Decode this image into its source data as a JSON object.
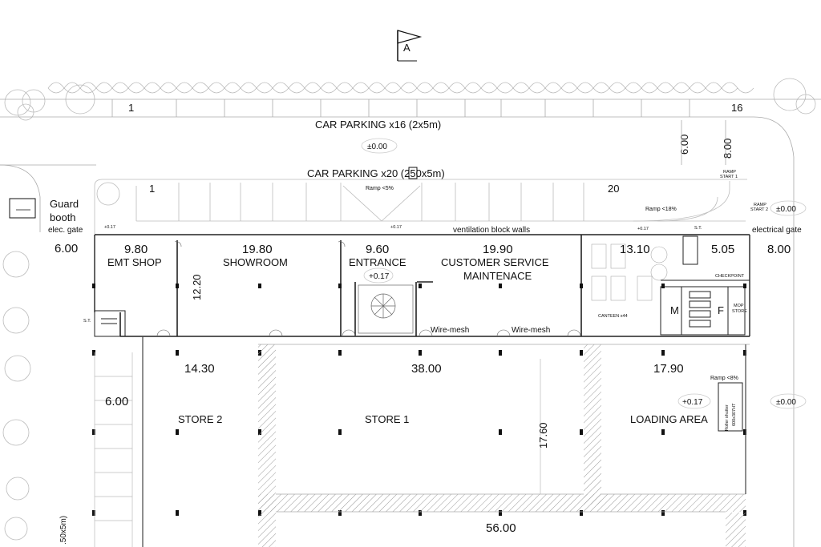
{
  "north": {
    "letter": "A"
  },
  "parking": {
    "upper_label": "CAR PARKING x16 (2x5m)",
    "upper_first": "1",
    "upper_last": "16",
    "lower_label": "CAR PARKING x20 (2.50x5m)",
    "lower_prefix": "CAR PARKING x20 (",
    "lower_boxed": "2",
    "lower_suffix": "50x5m)",
    "lower_first": "1",
    "lower_last": "20",
    "side_label": ".50x5m)"
  },
  "levels": {
    "street_top": "±0.00",
    "street_right": "±0.00",
    "street_right_low": "±0.00",
    "entrance": "+0.17",
    "loading": "+0.17",
    "small": [
      "+0.17",
      "+0.17",
      "+0.17"
    ]
  },
  "ramps": {
    "ramp_5": "Ramp <5%",
    "ramp_18": "Ramp <18%",
    "ramp_8": "Ramp <8%",
    "ramp_start_1a": "RAMP",
    "ramp_start_1b": "START 1",
    "ramp_start_2a": "RAMP",
    "ramp_start_2b": "START 2"
  },
  "gates": {
    "guard_1": "Guard",
    "guard_2": "booth",
    "elec_left": "elec. gate",
    "elec_right": "electrical gate"
  },
  "dimensions": {
    "d_6_left": "6.00",
    "d_9_80": "9.80",
    "d_19_80": "19.80",
    "d_9_60": "9.60",
    "d_19_90": "19.90",
    "d_13_10": "13.10",
    "d_5_05": "5.05",
    "d_8_right": "8.00",
    "d_12_20": "12.20",
    "d_6_vert": "6.00",
    "d_8_vert": "8.00",
    "d_14_30": "14.30",
    "d_38": "38.00",
    "d_17_90": "17.90",
    "d_6_low": "6.00",
    "d_17_60": "17.60",
    "d_56": "56.00"
  },
  "rooms": {
    "emt_shop": "EMT SHOP",
    "showroom": "SHOWROOM",
    "entrance": "ENTRANCE",
    "customer_1": "CUSTOMER SERVICE",
    "customer_2": "MAINTENACE",
    "canteen": "CANTEEN x44",
    "checkpoint": "CHECKPOINT",
    "male": "M",
    "female": "F",
    "mop_1": "MOP",
    "mop_2": "STORE",
    "st_left": "S.T.",
    "st_right": "S.T.",
    "store_2": "STORE 2",
    "store_1": "STORE 1",
    "loading": "LOADING AREA",
    "shutter_1": "Roller shutter",
    "shutter_2": "600x307HT"
  },
  "notes": {
    "ventilation": "ventilation block walls",
    "wire_1": "Wire-mesh",
    "wire_2": "Wire-mesh"
  }
}
